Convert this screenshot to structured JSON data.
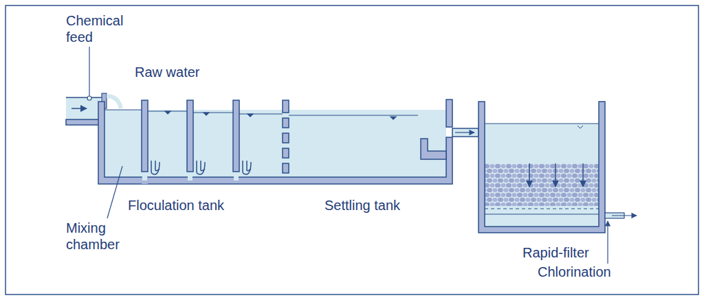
{
  "diagram": {
    "labels": [
      "Chemical feed",
      "Raw water",
      "Floculation tank",
      "Settling tank",
      "Mixing chamber",
      "Rapid-filter",
      "Chlorination"
    ]
  }
}
